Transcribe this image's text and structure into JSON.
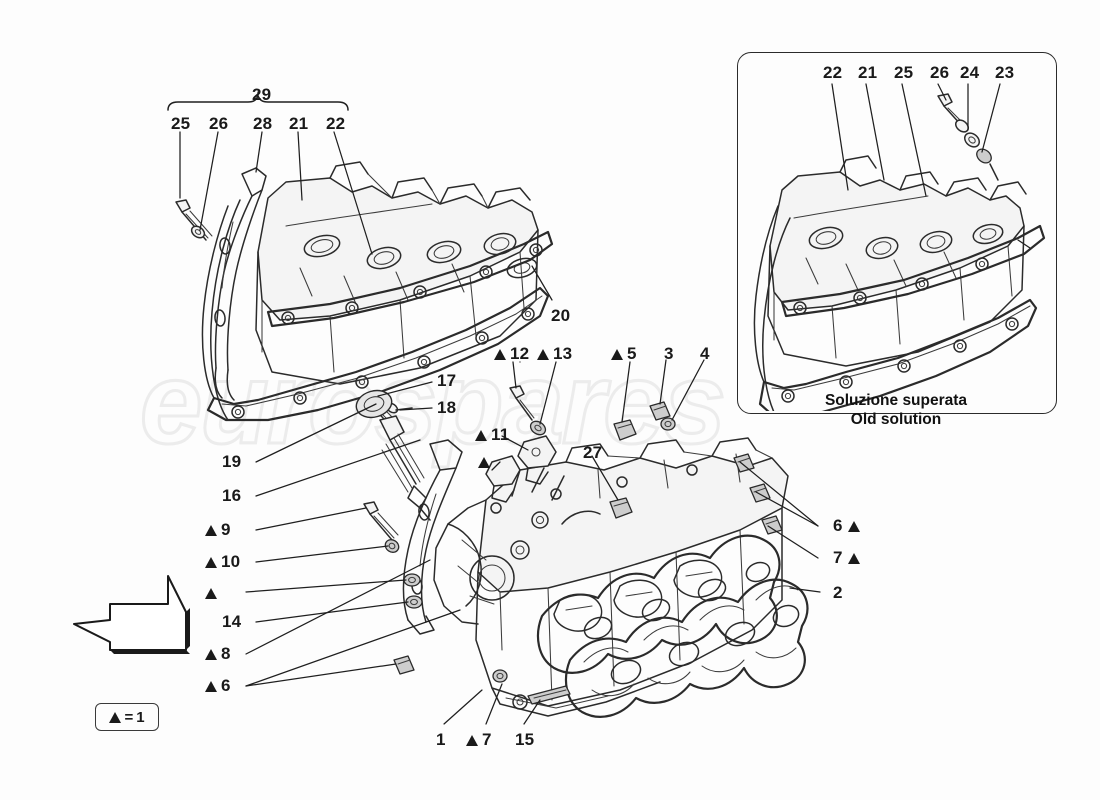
{
  "diagram": {
    "title": "Cylinder head and valve cover exploded parts diagram",
    "watermark": "eurospares",
    "legend": {
      "equals": "=",
      "value": "1",
      "marker": "triangle"
    },
    "direction_arrow": {
      "name": "orientation-arrow",
      "points": "down-left"
    }
  },
  "bracket_group": {
    "group_label": "29",
    "members": [
      "25",
      "26",
      "28",
      "21",
      "22"
    ]
  },
  "inset": {
    "caption_it": "Soluzione superata",
    "caption_en": "Old solution",
    "callouts": [
      "22",
      "21",
      "25",
      "26",
      "24",
      "23"
    ]
  },
  "callouts": {
    "top_group": [
      {
        "id": "c25",
        "text": "25",
        "tri": "none"
      },
      {
        "id": "c26",
        "text": "26",
        "tri": "none"
      },
      {
        "id": "c28",
        "text": "28",
        "tri": "none"
      },
      {
        "id": "c21",
        "text": "21",
        "tri": "none"
      },
      {
        "id": "c22",
        "text": "22",
        "tri": "none"
      },
      {
        "id": "c29",
        "text": "29",
        "tri": "none"
      },
      {
        "id": "c20",
        "text": "20",
        "tri": "none"
      }
    ],
    "mid_group": [
      {
        "id": "c12",
        "text": "12",
        "tri": "pre"
      },
      {
        "id": "c13",
        "text": "13",
        "tri": "pre"
      },
      {
        "id": "c5",
        "text": "5",
        "tri": "pre"
      },
      {
        "id": "c3",
        "text": "3",
        "tri": "none"
      },
      {
        "id": "c4",
        "text": "4",
        "tri": "none"
      },
      {
        "id": "c17",
        "text": "17",
        "tri": "none"
      },
      {
        "id": "c18",
        "text": "18",
        "tri": "none"
      },
      {
        "id": "c11",
        "text": "11",
        "tri": "pre"
      },
      {
        "id": "c27",
        "text": "27",
        "tri": "none"
      }
    ],
    "left_column": [
      {
        "id": "c19",
        "text": "19",
        "tri": "none"
      },
      {
        "id": "c16",
        "text": "16",
        "tri": "none"
      },
      {
        "id": "c9",
        "text": "9",
        "tri": "pre"
      },
      {
        "id": "c10",
        "text": "10",
        "tri": "pre"
      },
      {
        "id": "cbare",
        "text": "",
        "tri": "pre"
      },
      {
        "id": "c14",
        "text": "14",
        "tri": "none"
      },
      {
        "id": "c8",
        "text": "8",
        "tri": "pre"
      },
      {
        "id": "c6l",
        "text": "6",
        "tri": "pre"
      }
    ],
    "right_column": [
      {
        "id": "c6r",
        "text": "6",
        "tri": "post"
      },
      {
        "id": "c7r",
        "text": "7",
        "tri": "post"
      },
      {
        "id": "c2r",
        "text": "2",
        "tri": "none"
      }
    ],
    "bottom_group": [
      {
        "id": "c1b",
        "text": "1",
        "tri": "none"
      },
      {
        "id": "c7b",
        "text": "7",
        "tri": "pre"
      },
      {
        "id": "c15b",
        "text": "15",
        "tri": "none"
      }
    ]
  },
  "colors": {
    "background": "#fdfdfd",
    "ink": "#1a1a1a",
    "line": "#2b2b2b",
    "shade": "#d8d8d8",
    "watermark": "#ececec"
  }
}
